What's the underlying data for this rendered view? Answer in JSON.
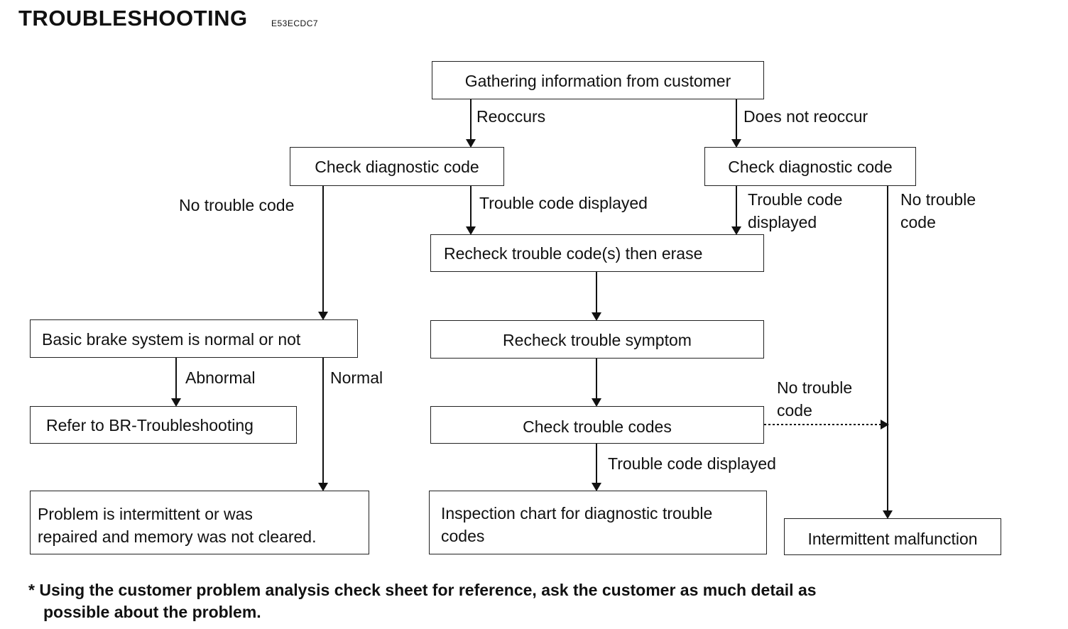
{
  "header": {
    "title": "TROUBLESHOOTING",
    "doc_code": "E53ECDC7"
  },
  "nodes": {
    "gather": "Gathering information from customer",
    "check_left": "Check diagnostic code",
    "check_right": "Check diagnostic code",
    "recheck_erase": "Recheck trouble code(s) then erase",
    "basic_brake": "Basic brake system is normal or not",
    "recheck_symptom": "Recheck trouble symptom",
    "refer_br": "Refer to BR-Troubleshooting",
    "check_codes": "Check trouble codes",
    "problem_line1": "Problem is intermittent or was",
    "problem_line2": "repaired and memory was not cleared.",
    "inspection_line1": "Inspection chart for diagnostic trouble",
    "inspection_line2": "codes",
    "intermittent": "Intermittent malfunction"
  },
  "edge_labels": {
    "reoccurs": "Reoccurs",
    "does_not_reoccur": "Does not reoccur",
    "no_trouble_code_left": "No trouble code",
    "trouble_code_displayed_mid": "Trouble code displayed",
    "trouble_code_right_line1": "Trouble code",
    "trouble_code_right_line2": "displayed",
    "no_trouble_right_line1": "No trouble",
    "no_trouble_right_line2": "code",
    "abnormal": "Abnormal",
    "normal": "Normal",
    "no_trouble_mid_line1": "No trouble",
    "no_trouble_mid_line2": "code",
    "trouble_code_displayed_bottom": "Trouble code displayed"
  },
  "footnote": {
    "line1": "* Using the customer problem analysis check sheet for reference, ask the customer as much detail as",
    "line2": "possible about the problem."
  }
}
